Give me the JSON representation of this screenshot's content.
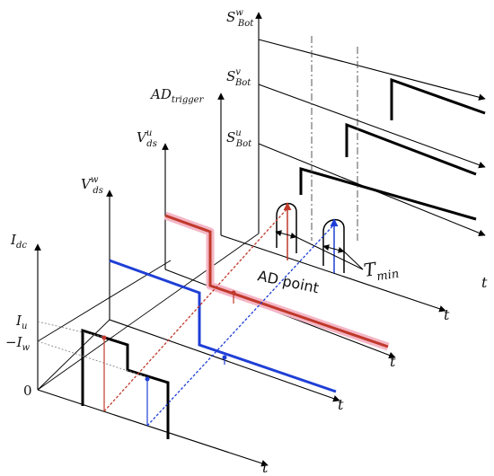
{
  "labels": {
    "s_bot_w": {
      "main": "S",
      "sup": "w",
      "sub": "Bot"
    },
    "s_bot_v": {
      "main": "S",
      "sup": "v",
      "sub": "Bot"
    },
    "s_bot_u": {
      "main": "S",
      "sup": "u",
      "sub": "Bot"
    },
    "ad_trigger": {
      "main": "AD",
      "sub": "trigger"
    },
    "vds_u": {
      "main": "V",
      "sup": "u",
      "sub": "ds"
    },
    "vds_w": {
      "main": "V",
      "sup": "w",
      "sub": "ds"
    },
    "idc": {
      "main": "I",
      "sub": "dc"
    },
    "iu": {
      "main": "I",
      "sub": "u"
    },
    "neg_iw": {
      "main": "−I",
      "sub": "w"
    },
    "zero": "0",
    "t": "t",
    "ad_point": "AD point",
    "tmin": {
      "main": "T",
      "sub": "min"
    }
  },
  "colors": {
    "axis": "#000000",
    "red_trace": "#c0392b",
    "red_glow": "#f4b6c6",
    "blue_trace": "#1f3fd6",
    "dotted_guide": "#888888"
  }
}
